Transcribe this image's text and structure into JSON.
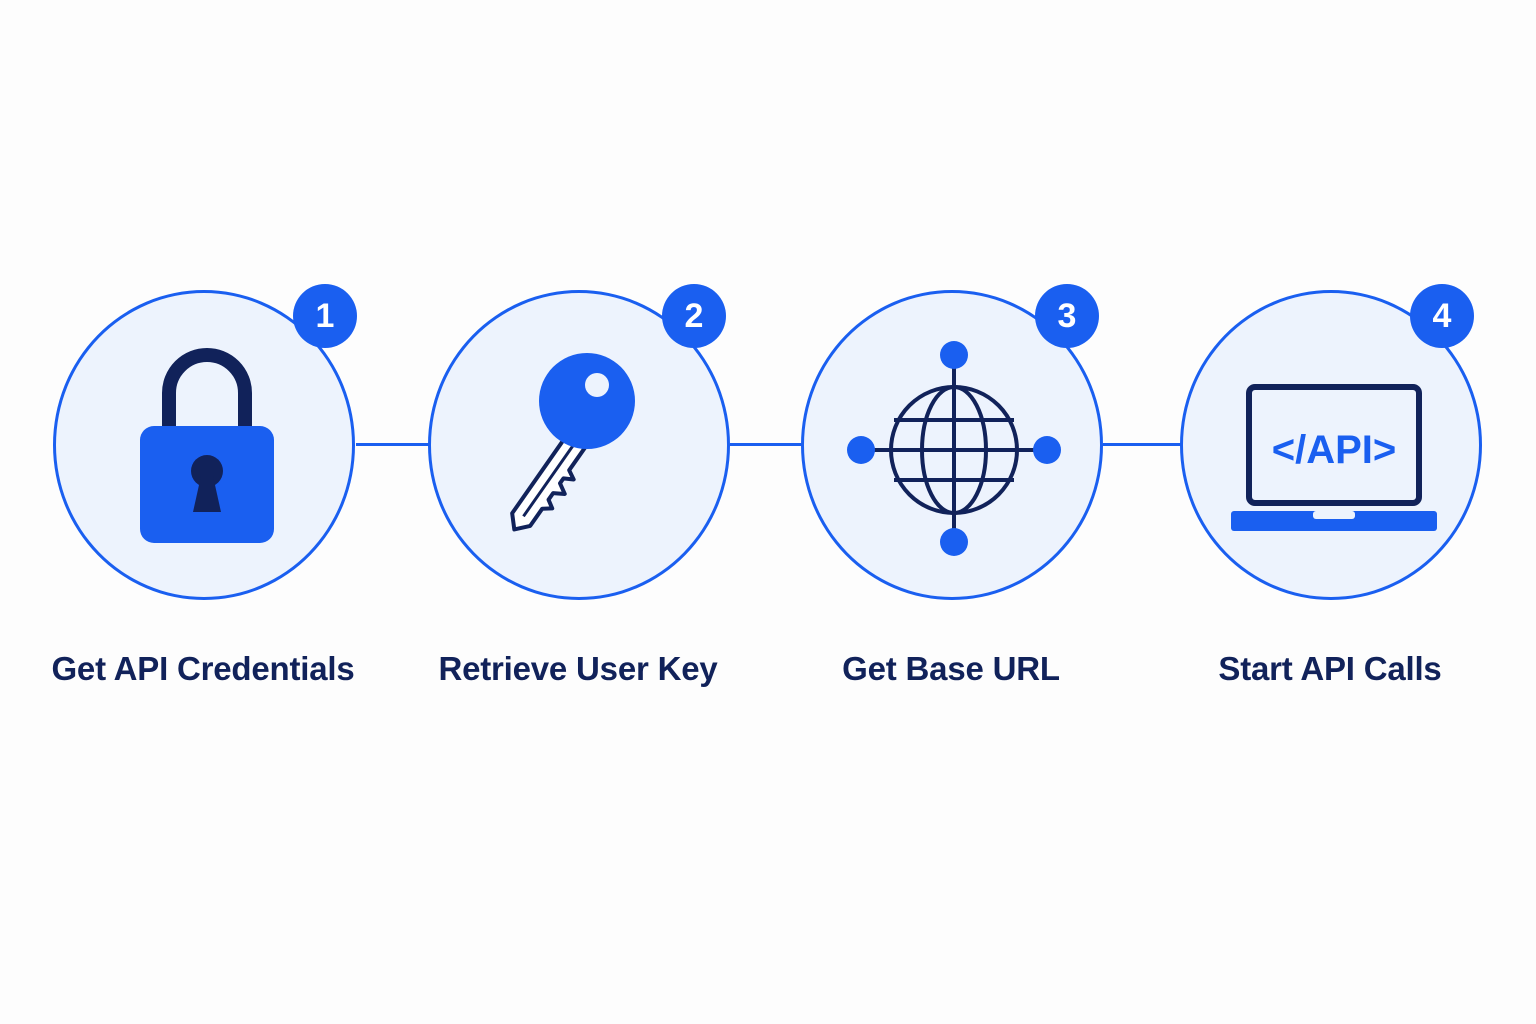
{
  "colors": {
    "accent": "#1a5ff0",
    "navy": "#11225a",
    "circle_fill": "#edf3fd",
    "background": "#fdfdfd"
  },
  "steps": [
    {
      "number": "1",
      "label": "Get API Credentials",
      "icon": "padlock-icon"
    },
    {
      "number": "2",
      "label": "Retrieve User Key",
      "icon": "key-icon"
    },
    {
      "number": "3",
      "label": "Get Base URL",
      "icon": "globe-network-icon"
    },
    {
      "number": "4",
      "label": "Start API Calls",
      "icon": "laptop-api-icon"
    }
  ],
  "laptop_screen_text": "</API>"
}
